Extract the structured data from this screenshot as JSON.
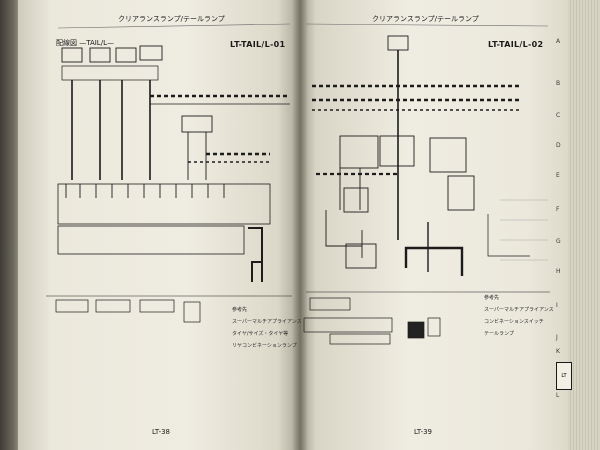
{
  "left_page": {
    "header_title": "クリアランスランプ/テールランプ",
    "diagram_title": "配線図 —TAIL/L—",
    "code": "LT-TAIL/L-01",
    "page_number": "LT-38",
    "notes": {
      "heading": "参考先",
      "items": [
        "スーパーマルチアプライアンス",
        "タイヤ/サイズ・タイヤ等",
        "リヤコンビネーションランプ"
      ]
    }
  },
  "right_page": {
    "header_title": "クリアランスランプ/テールランプ",
    "code": "LT-TAIL/L-02",
    "page_number": "LT-39",
    "notes": {
      "heading": "参考先",
      "items": [
        "スーパーマルチアプライアンス",
        "コンビネーションスイッチ",
        "テールランプ"
      ]
    }
  },
  "row_labels": [
    "A",
    "B",
    "C",
    "D",
    "E",
    "F",
    "G",
    "H",
    "I",
    "J",
    "K",
    "L"
  ],
  "side_tab": "LT"
}
